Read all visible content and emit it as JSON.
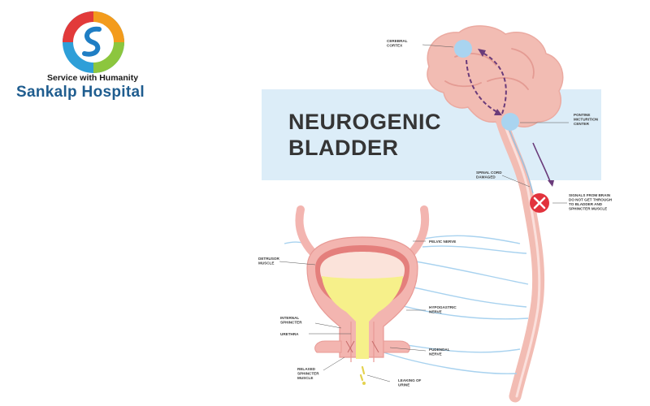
{
  "logo": {
    "tagline": "Service with Humanity",
    "name": "Sankalp Hospital"
  },
  "title": {
    "line1": "NEUROGENIC",
    "line2": "BLADDER"
  },
  "labels": {
    "cerebral_cortex": [
      "CEREBRAL",
      "CORTEX"
    ],
    "pontine_center": [
      "PONTINE",
      "MICTURITION",
      "CENTER"
    ],
    "spinal_cord": [
      "SPINAL CORD",
      "DAMAGED"
    ],
    "signals": [
      "SIGNALS FROM BRAIN",
      "DO NOT GET THROUGH",
      "TO BLADDER AND",
      "SPHINCTER MUSCLE"
    ],
    "pelvic_nerve": [
      "PELVIC NERVE"
    ],
    "detrusor": [
      "DETRUSOR",
      "MUSCLE"
    ],
    "hypogastric": [
      "HYPOGASTRIC",
      "NERVE"
    ],
    "internal_sphincter": [
      "INTERNAL",
      "SPHINCTER"
    ],
    "urethra": [
      "URETHRA"
    ],
    "pudendal": [
      "PUDENDAL",
      "NERVE"
    ],
    "relaxed_sphincter": [
      "RELAXED",
      "SPHINCTER",
      "MUSCLE"
    ],
    "leaking": [
      "LEAKING OF",
      "URINE"
    ]
  },
  "colors": {
    "brand_blue": "#1f5d8f",
    "banner": "#dcedf8",
    "tissue": "#f3b5b0",
    "tissue_dark": "#e47f7c",
    "node": "#a9d4f0",
    "urine": "#f6f08a",
    "nerve": "#a8d2ef",
    "block": "#e2333d"
  }
}
